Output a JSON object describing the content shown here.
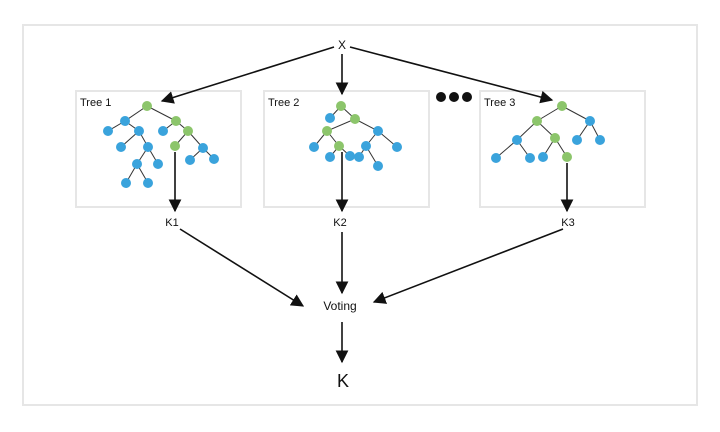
{
  "labels": {
    "input": "X",
    "tree1": "Tree 1",
    "tree2": "Tree 2",
    "tree3": "Tree 3",
    "k1": "K1",
    "k2": "K2",
    "k3": "K3",
    "voting": "Voting",
    "output": "K"
  },
  "colors": {
    "leaf_node": "#3aa3dc",
    "path_node": "#8cc56b",
    "edge": "#111111",
    "box_border": "#e6e6e6",
    "ellipsis": "#111111"
  }
}
